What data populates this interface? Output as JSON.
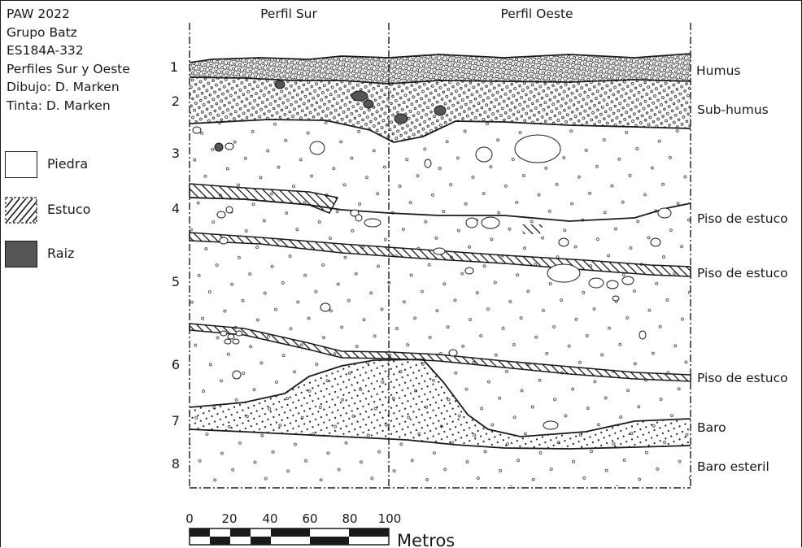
{
  "info": {
    "lines": [
      "PAW 2022",
      "Grupo Batz",
      "ES184A-332",
      "Perfiles Sur y Oeste",
      "Dibujo: D. Marken",
      "Tinta: D. Marken"
    ]
  },
  "legend": [
    {
      "label": "Piedra",
      "pattern": "plain"
    },
    {
      "label": "Estuco",
      "pattern": "hatch"
    },
    {
      "label": "Raiz",
      "pattern": "fill"
    }
  ],
  "headers": {
    "left": "Perfil Sur",
    "right": "Perfil Oeste"
  },
  "row_numbers": [
    "1",
    "2",
    "3",
    "4",
    "5",
    "6",
    "7",
    "8"
  ],
  "layer_labels": [
    "Humus",
    "Sub-humus",
    "Piso de estuco",
    "Piso de estuco",
    "Piso de estuco",
    "Baro",
    "Baro esteril"
  ],
  "scale": {
    "ticks": [
      "0",
      "20",
      "40",
      "60",
      "80",
      "100"
    ],
    "unit": "Metros"
  },
  "colors": {
    "ink": "#1a1a1a",
    "root": "#555555",
    "paper": "#ffffff"
  }
}
